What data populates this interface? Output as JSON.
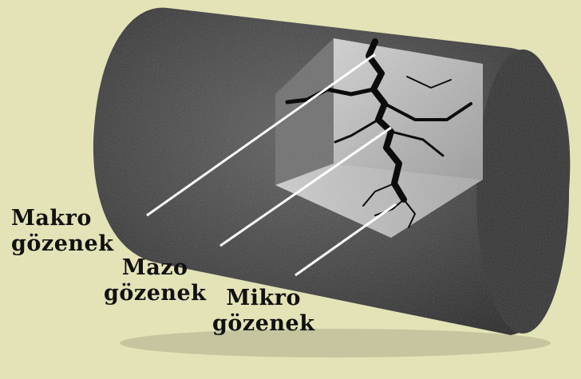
{
  "labels": {
    "makro": {
      "line1": "Makro",
      "line2": "gözenek"
    },
    "mazo": {
      "line1": "Mazo",
      "line2": "gözenek"
    },
    "mikro": {
      "line1": "Mikro",
      "line2": "gözenek"
    }
  },
  "colors": {
    "background": "#e4e3b8",
    "core": "#3a3a3a",
    "cutaway": "#bdbdbd",
    "crack": "#0c0c0c",
    "leader": "#ffffff"
  }
}
